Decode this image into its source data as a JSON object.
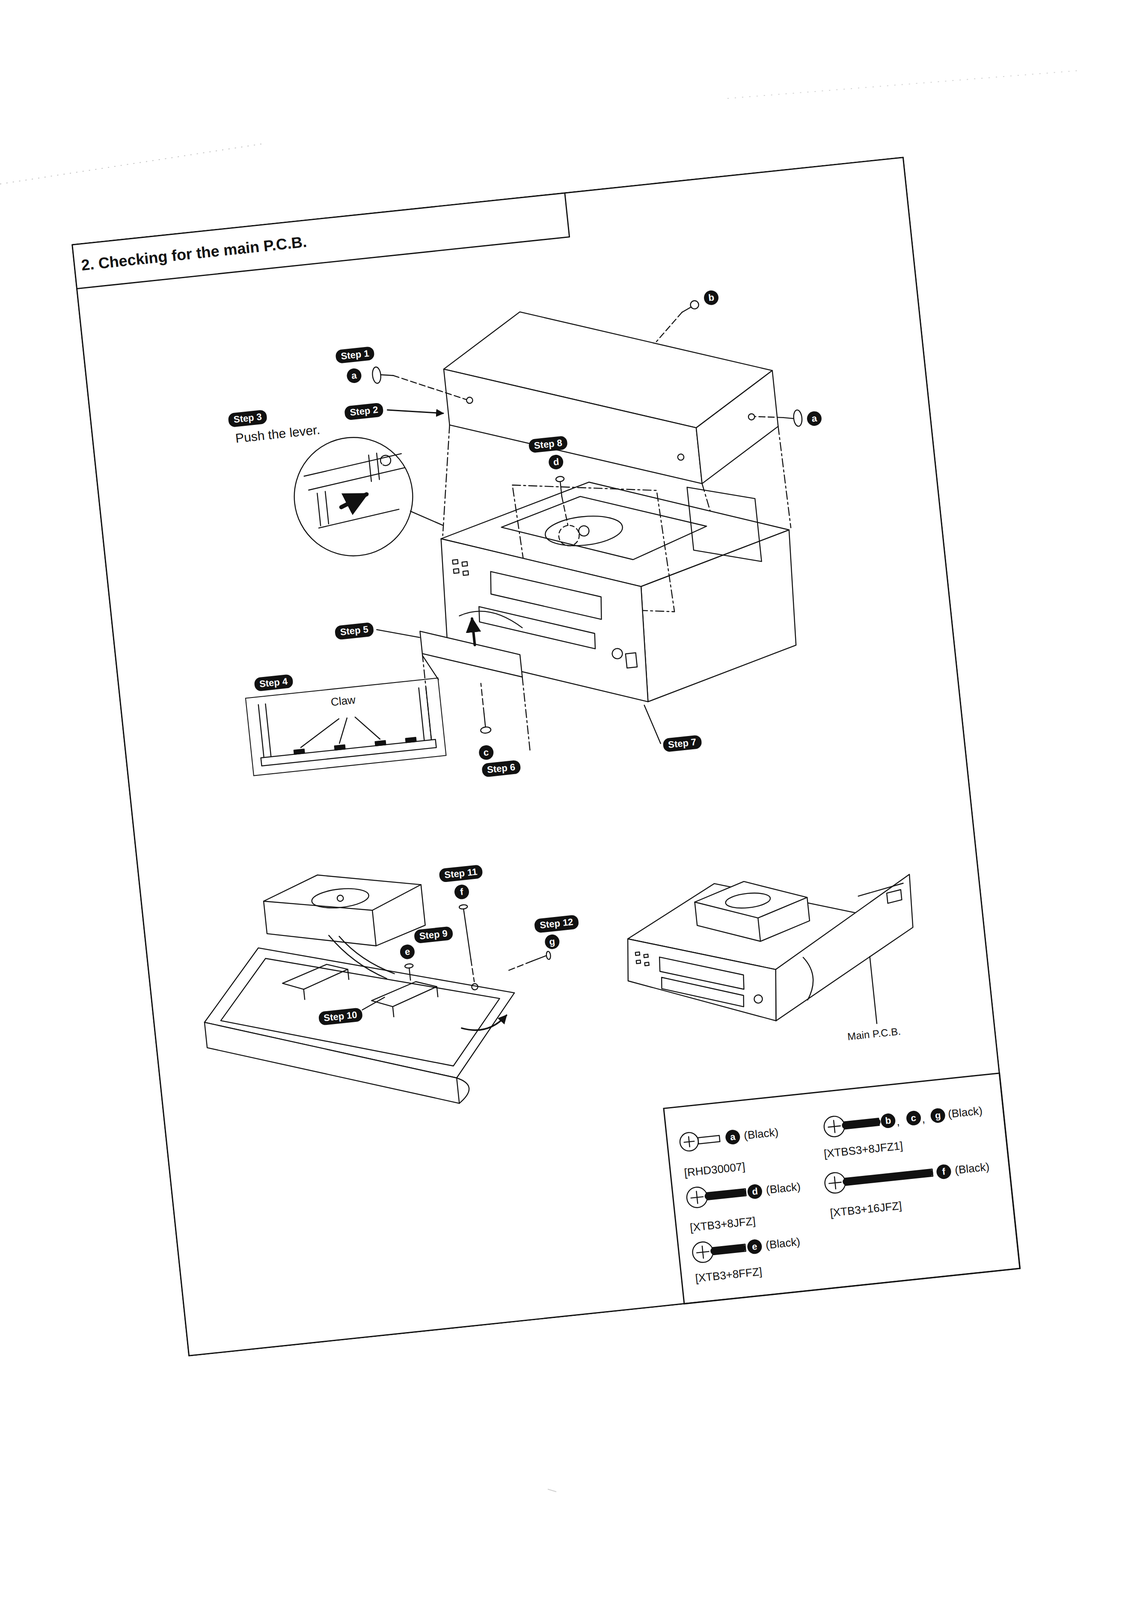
{
  "diagram": {
    "title": "2. Checking for the main P.C.B.",
    "nodes": [
      {
        "text": [
          "Step 1"
        ]
      },
      {
        "text": [
          "a"
        ]
      },
      {
        "text": [
          "Step 2"
        ]
      },
      {
        "text": [
          "Step 3"
        ]
      },
      {
        "text": [
          "b"
        ]
      },
      {
        "text": [
          "a"
        ]
      },
      {
        "text": [
          "Step 8"
        ]
      },
      {
        "text": [
          "d"
        ]
      },
      {
        "text": [
          "Step 5"
        ]
      },
      {
        "text": [
          "Step 4"
        ]
      },
      {
        "text": [
          "Claw"
        ]
      },
      {
        "text": [
          "c"
        ]
      },
      {
        "text": [
          "Step 6"
        ]
      },
      {
        "text": [
          "Step 7"
        ]
      },
      {
        "text": [
          "Step 11"
        ]
      },
      {
        "text": [
          "f"
        ]
      },
      {
        "text": [
          "Step 12"
        ]
      },
      {
        "text": [
          "g"
        ]
      },
      {
        "text": [
          "Step 9"
        ]
      },
      {
        "text": [
          "e"
        ]
      },
      {
        "text": [
          "Step 10"
        ]
      },
      {
        "text": [
          "(Black)",
          "[RHD30007]",
          ",",
          ",",
          "(Black)",
          "[XTBS3+8JFZ1]",
          "(Black)",
          "[XTB3+8JFZ]",
          "(Black)",
          "[XTB3+16JFZ]",
          "(Black)",
          "[XTB3+8FFZ]"
        ]
      },
      {
        "text": [
          "a"
        ],
        "in": 21
      },
      {
        "text": [
          "b"
        ],
        "in": 21
      },
      {
        "text": [
          "c"
        ],
        "in": 21
      },
      {
        "text": [
          "g"
        ],
        "in": 21
      },
      {
        "text": [
          "d"
        ],
        "in": 21
      },
      {
        "text": [
          "f"
        ],
        "in": 21
      },
      {
        "text": [
          "e"
        ],
        "in": 21
      }
    ],
    "labels": [
      "Push the lever.",
      "Main P.C.B."
    ]
  }
}
